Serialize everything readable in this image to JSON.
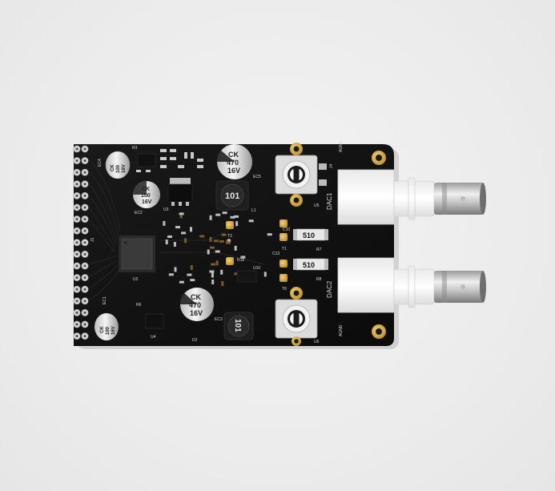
{
  "board": {
    "capacitors": {
      "cap_left_top": {
        "lines": [
          "CK",
          "100",
          "16V"
        ]
      },
      "cap_mid_top": {
        "lines": [
          "CK",
          "470",
          "16V"
        ]
      },
      "cap_mid_left": {
        "lines": [
          "CK",
          "100",
          "16V"
        ]
      },
      "cap_mid_bottom": {
        "lines": [
          "CK",
          "470",
          "16V"
        ]
      },
      "cap_left_bottom": {
        "lines": [
          "CK",
          "100",
          "16V"
        ]
      }
    },
    "inductors": {
      "top": "101",
      "bottom": "101"
    },
    "resistors": {
      "r7": "510",
      "r8": "510"
    },
    "connector_labels": {
      "dac1": "DAC1",
      "dac2": "DAC2",
      "agnd_top": "AGND",
      "agnd_bottom": "AGND"
    },
    "silkscreen": {
      "ec1": "EC1",
      "ec2": "EC2",
      "ec3": "EC3",
      "ec4": "EC4",
      "ec5": "EC5",
      "r3": "R3",
      "r6": "R6",
      "r7": "R7",
      "r8": "R8",
      "u2": "U2",
      "u3": "U3",
      "u4": "U4",
      "u5": "U5",
      "u6": "U6",
      "u10": "U10",
      "l1": "L1",
      "d2": "D2",
      "j1": "J1",
      "j4": "J4",
      "t1": "T1",
      "t3": "T3",
      "t8": "T8",
      "c10": "C10",
      "c13": "C13",
      "r18": "R18"
    }
  }
}
